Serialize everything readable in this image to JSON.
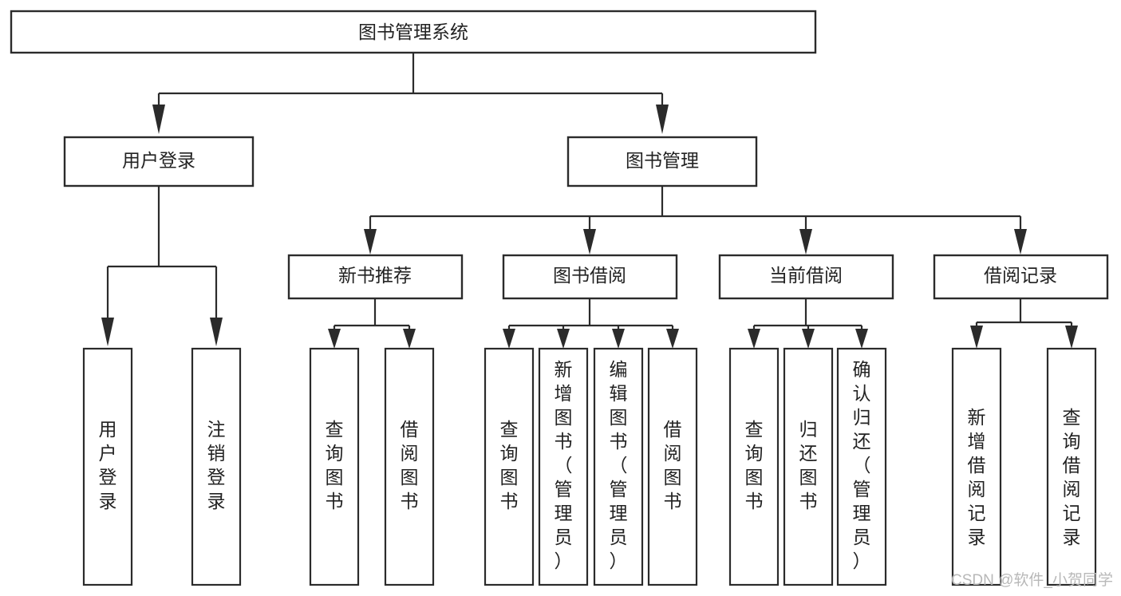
{
  "diagram": {
    "type": "tree-hierarchy-chart",
    "title": "图书管理系统",
    "orientation": "top-down",
    "colors": {
      "box_stroke": "#2b2b2b",
      "box_fill": "#ffffff",
      "connector": "#2b2b2b",
      "text": "#222222",
      "watermark": "#b8b8b8",
      "background": "#ffffff"
    },
    "levels": {
      "root": "图书管理系统",
      "level2": [
        "用户登录",
        "图书管理"
      ],
      "level3": [
        "新书推荐",
        "图书借阅",
        "当前借阅",
        "借阅记录"
      ]
    },
    "root": {
      "label": "图书管理系统"
    },
    "branches": [
      {
        "id": "user-login",
        "label": "用户登录",
        "children": [
          {
            "id": "user-login-do",
            "label": "用户登录"
          },
          {
            "id": "user-logout",
            "label": "注销登录"
          }
        ]
      },
      {
        "id": "book-management",
        "label": "图书管理",
        "groups": [
          {
            "id": "new-book-recommend",
            "label": "新书推荐",
            "children": [
              {
                "id": "query-book-1",
                "label": "查询图书"
              },
              {
                "id": "borrow-book-1",
                "label": "借阅图书"
              }
            ]
          },
          {
            "id": "book-borrow",
            "label": "图书借阅",
            "children": [
              {
                "id": "query-book-2",
                "label": "查询图书"
              },
              {
                "id": "add-book",
                "label": "新增图书（管理员）"
              },
              {
                "id": "edit-book",
                "label": "编辑图书（管理员）"
              },
              {
                "id": "borrow-book-2",
                "label": "借阅图书"
              }
            ]
          },
          {
            "id": "current-borrow",
            "label": "当前借阅",
            "children": [
              {
                "id": "query-book-3",
                "label": "查询图书"
              },
              {
                "id": "return-book",
                "label": "归还图书"
              },
              {
                "id": "confirm-return",
                "label": "确认归还（管理员）"
              }
            ]
          },
          {
            "id": "borrow-record",
            "label": "借阅记录",
            "children": [
              {
                "id": "add-borrow-record",
                "label": "新增借阅记录"
              },
              {
                "id": "query-borrow-record",
                "label": "查询借阅记录"
              }
            ]
          }
        ]
      }
    ]
  },
  "watermark": {
    "text": "CSDN @软件_小贺同学"
  }
}
